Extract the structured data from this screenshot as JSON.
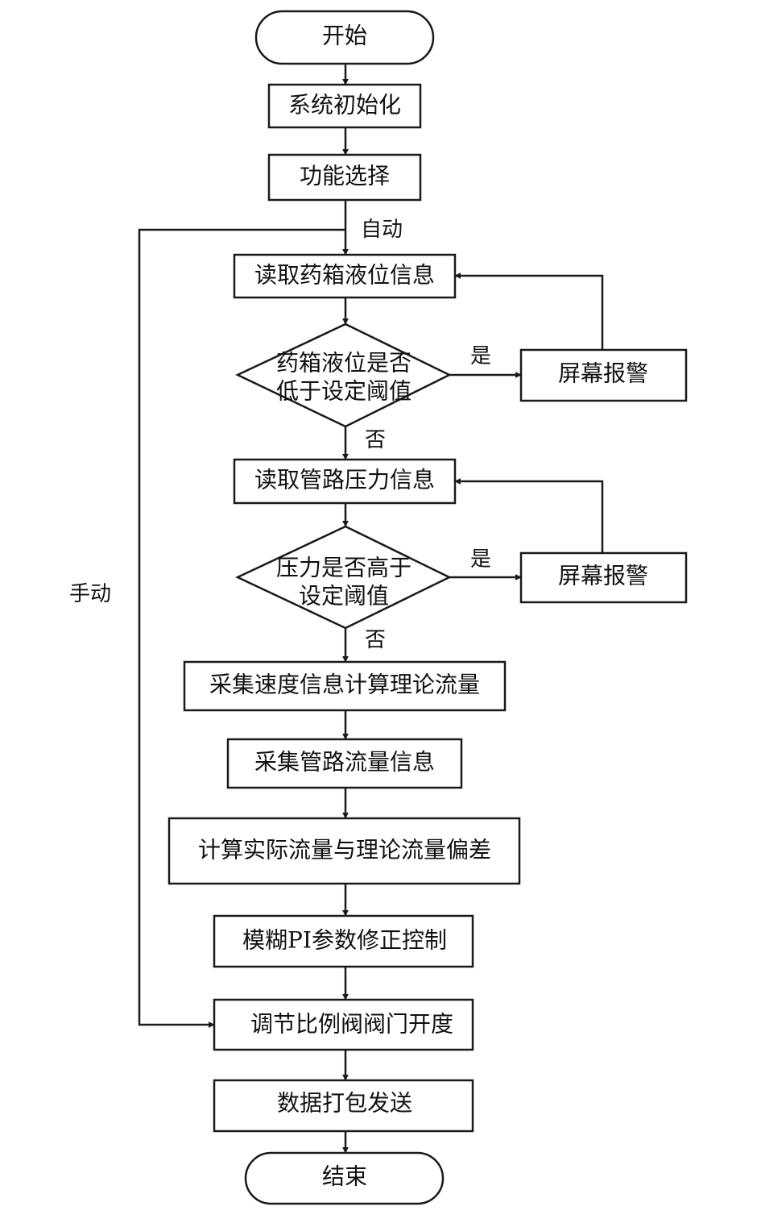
{
  "flowchart": {
    "start": "开始",
    "init": "系统初始化",
    "select": "功能选择",
    "read_level": "读取药箱液位信息",
    "decision_level": [
      "药箱液位是否",
      "低于设定阈值"
    ],
    "alarm_level": "屏幕报警",
    "read_pressure": "读取管路压力信息",
    "decision_pressure": [
      "压力是否高于",
      "设定阈值"
    ],
    "alarm_pressure": "屏幕报警",
    "collect_speed": "采集速度信息计算理论流量",
    "collect_flow": "采集管路流量信息",
    "calc_deviation": "计算实际流量与理论流量偏差",
    "fuzzy_pi": "模糊PI参数修正控制",
    "adjust_valve": "调节比例阀阀门开度",
    "send_data": "数据打包发送",
    "end": "结束"
  },
  "edge_labels": {
    "auto": "自动",
    "manual": "手动",
    "yes_level": "是",
    "no_level": "否",
    "yes_pressure": "是",
    "no_pressure": "否"
  }
}
